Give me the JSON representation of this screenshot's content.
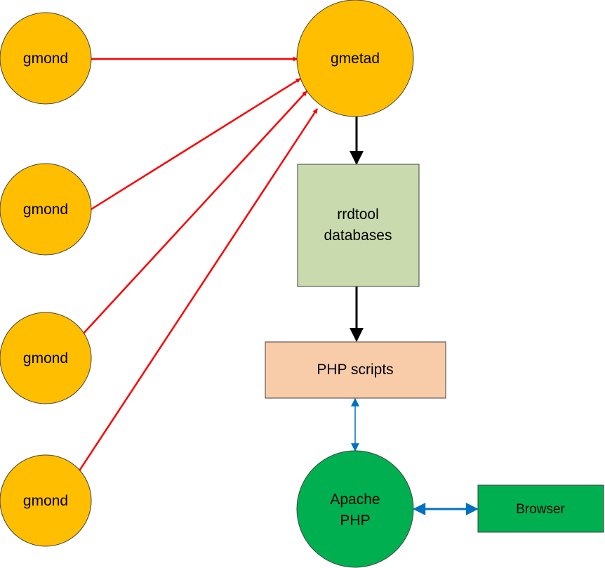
{
  "colors": {
    "gmond_fill": "#FFBF00",
    "gmetad_fill": "#FFBF00",
    "rrdtool_fill": "#C9DBAE",
    "php_scripts_fill": "#F8CBA9",
    "apache_fill": "#00B050",
    "browser_fill": "#00B050",
    "arrow_red": "#FF0000",
    "arrow_black": "#000000",
    "arrow_blue": "#0070C0"
  },
  "nodes": {
    "gmond_1": "gmond",
    "gmond_2": "gmond",
    "gmond_3": "gmond",
    "gmond_4": "gmond",
    "gmetad": "gmetad",
    "rrdtool_line1": "rrdtool",
    "rrdtool_line2": "databases",
    "php_scripts": "PHP scripts",
    "apache_line1": "Apache",
    "apache_line2": "PHP",
    "browser": "Browser"
  },
  "edges": [
    {
      "from": "gmond_1",
      "to": "gmetad",
      "style": "red"
    },
    {
      "from": "gmond_2",
      "to": "gmetad",
      "style": "red"
    },
    {
      "from": "gmond_3",
      "to": "gmetad",
      "style": "red"
    },
    {
      "from": "gmond_4",
      "to": "gmetad",
      "style": "red"
    },
    {
      "from": "gmetad",
      "to": "rrdtool",
      "style": "black"
    },
    {
      "from": "rrdtool",
      "to": "php_scripts",
      "style": "black"
    },
    {
      "from": "php_scripts",
      "to": "apache",
      "style": "blue",
      "bidirectional": true
    },
    {
      "from": "apache",
      "to": "browser",
      "style": "blue",
      "bidirectional": true
    }
  ]
}
